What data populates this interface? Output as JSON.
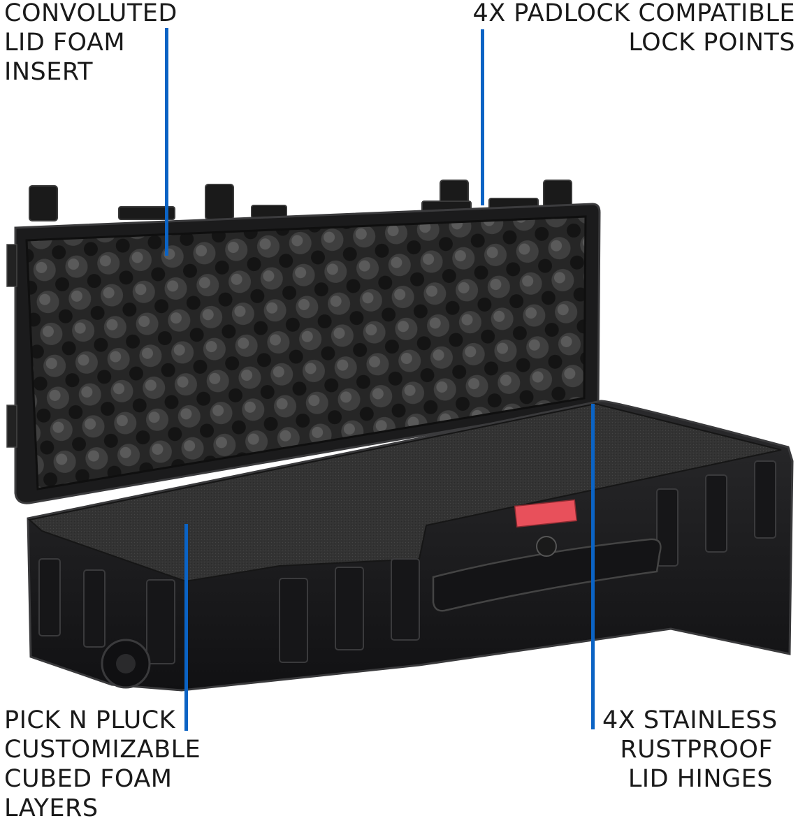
{
  "callouts": {
    "lid_foam": {
      "lines": [
        "CONVOLUTED",
        "LID FOAM",
        "INSERT"
      ]
    },
    "lock_points": {
      "lines": [
        "4X PADLOCK COMPATIBLE",
        "LOCK POINTS"
      ]
    },
    "cubed_foam": {
      "lines": [
        "PICK N PLUCK",
        "CUSTOMIZABLE",
        "CUBED FOAM",
        "LAYERS"
      ]
    },
    "hinges": {
      "lines": [
        "4X STAINLESS",
        "RUSTPROOF",
        "LID HINGES"
      ]
    }
  },
  "colors": {
    "leader": "#0b63c4",
    "case_shell": "#1c1c1e",
    "foam": "#2b2b2b",
    "label_tag": "#e8505b"
  }
}
